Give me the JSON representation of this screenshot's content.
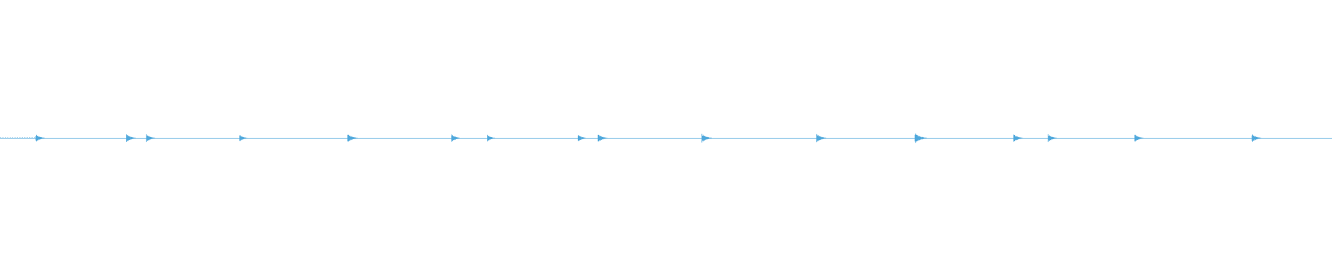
{
  "waveform": {
    "color": "#4fa8dc",
    "background": "#ffffff",
    "burst_positions": [
      0.027,
      0.095,
      0.11,
      0.18,
      0.261,
      0.339,
      0.366,
      0.434,
      0.449,
      0.527,
      0.613,
      0.687,
      0.761,
      0.787,
      0.852,
      0.94
    ],
    "burst_strength": [
      0.45,
      0.5,
      0.45,
      0.35,
      0.55,
      0.45,
      0.35,
      0.4,
      0.5,
      0.55,
      0.55,
      0.7,
      0.5,
      0.45,
      0.45,
      0.5
    ]
  }
}
